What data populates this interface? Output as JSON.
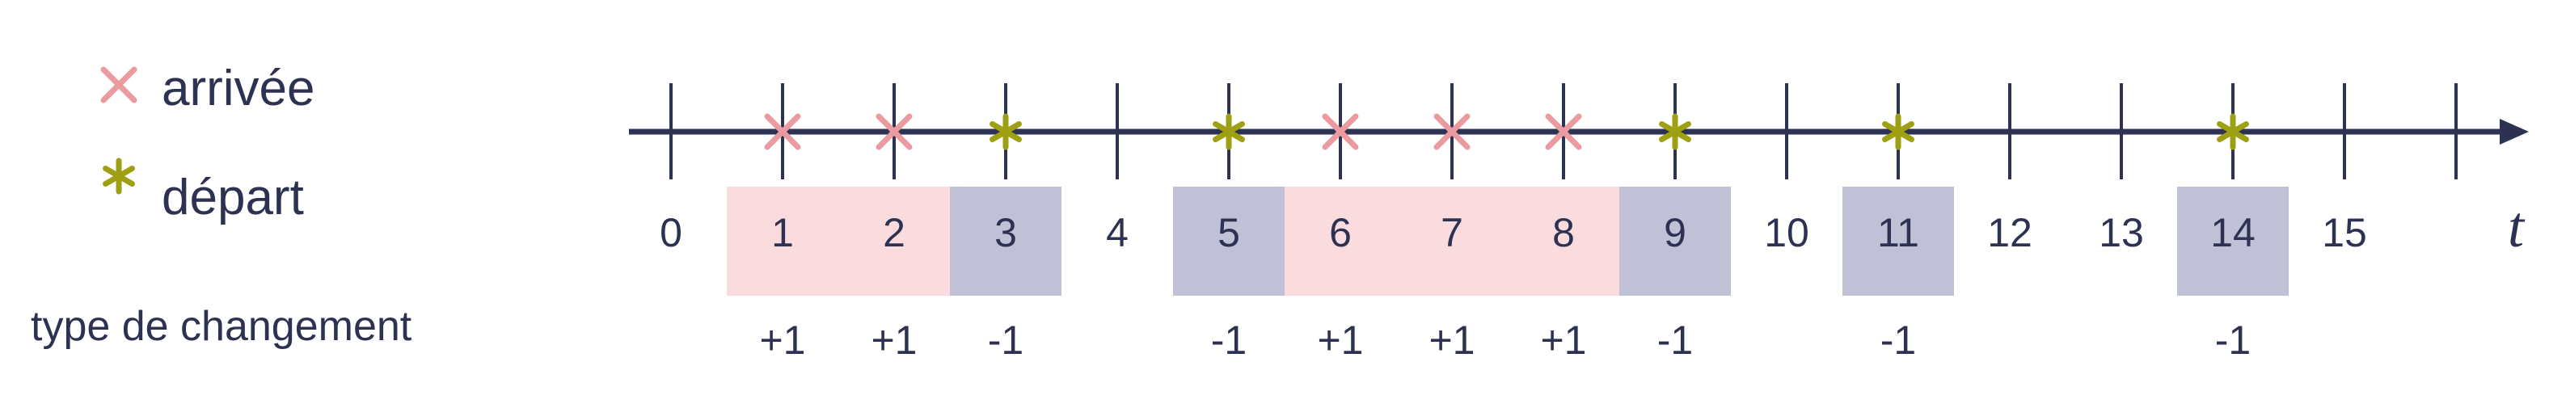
{
  "legend": {
    "arrival_label": "arrivée",
    "departure_label": "départ",
    "arrival_icon": "cross-icon",
    "departure_icon": "asterisk-icon"
  },
  "axis": {
    "variable_label": "t",
    "ticks": [
      "0",
      "1",
      "2",
      "3",
      "4",
      "5",
      "6",
      "7",
      "8",
      "9",
      "10",
      "11",
      "12",
      "13",
      "14",
      "15"
    ]
  },
  "events": [
    {
      "t": 1,
      "type": "arrival",
      "change": "+1"
    },
    {
      "t": 2,
      "type": "arrival",
      "change": "+1"
    },
    {
      "t": 3,
      "type": "departure",
      "change": "-1"
    },
    {
      "t": 5,
      "type": "departure",
      "change": "-1"
    },
    {
      "t": 6,
      "type": "arrival",
      "change": "+1"
    },
    {
      "t": 7,
      "type": "arrival",
      "change": "+1"
    },
    {
      "t": 8,
      "type": "arrival",
      "change": "+1"
    },
    {
      "t": 9,
      "type": "departure",
      "change": "-1"
    },
    {
      "t": 11,
      "type": "departure",
      "change": "-1"
    },
    {
      "t": 14,
      "type": "departure",
      "change": "-1"
    }
  ],
  "row_label": "type de changement",
  "colors": {
    "axis": "#2e3252",
    "arrival": "#eb9a9f",
    "departure": "#9e9f12",
    "arrival_fill": "#fadcdf",
    "departure_fill": "#c0c1d6"
  }
}
